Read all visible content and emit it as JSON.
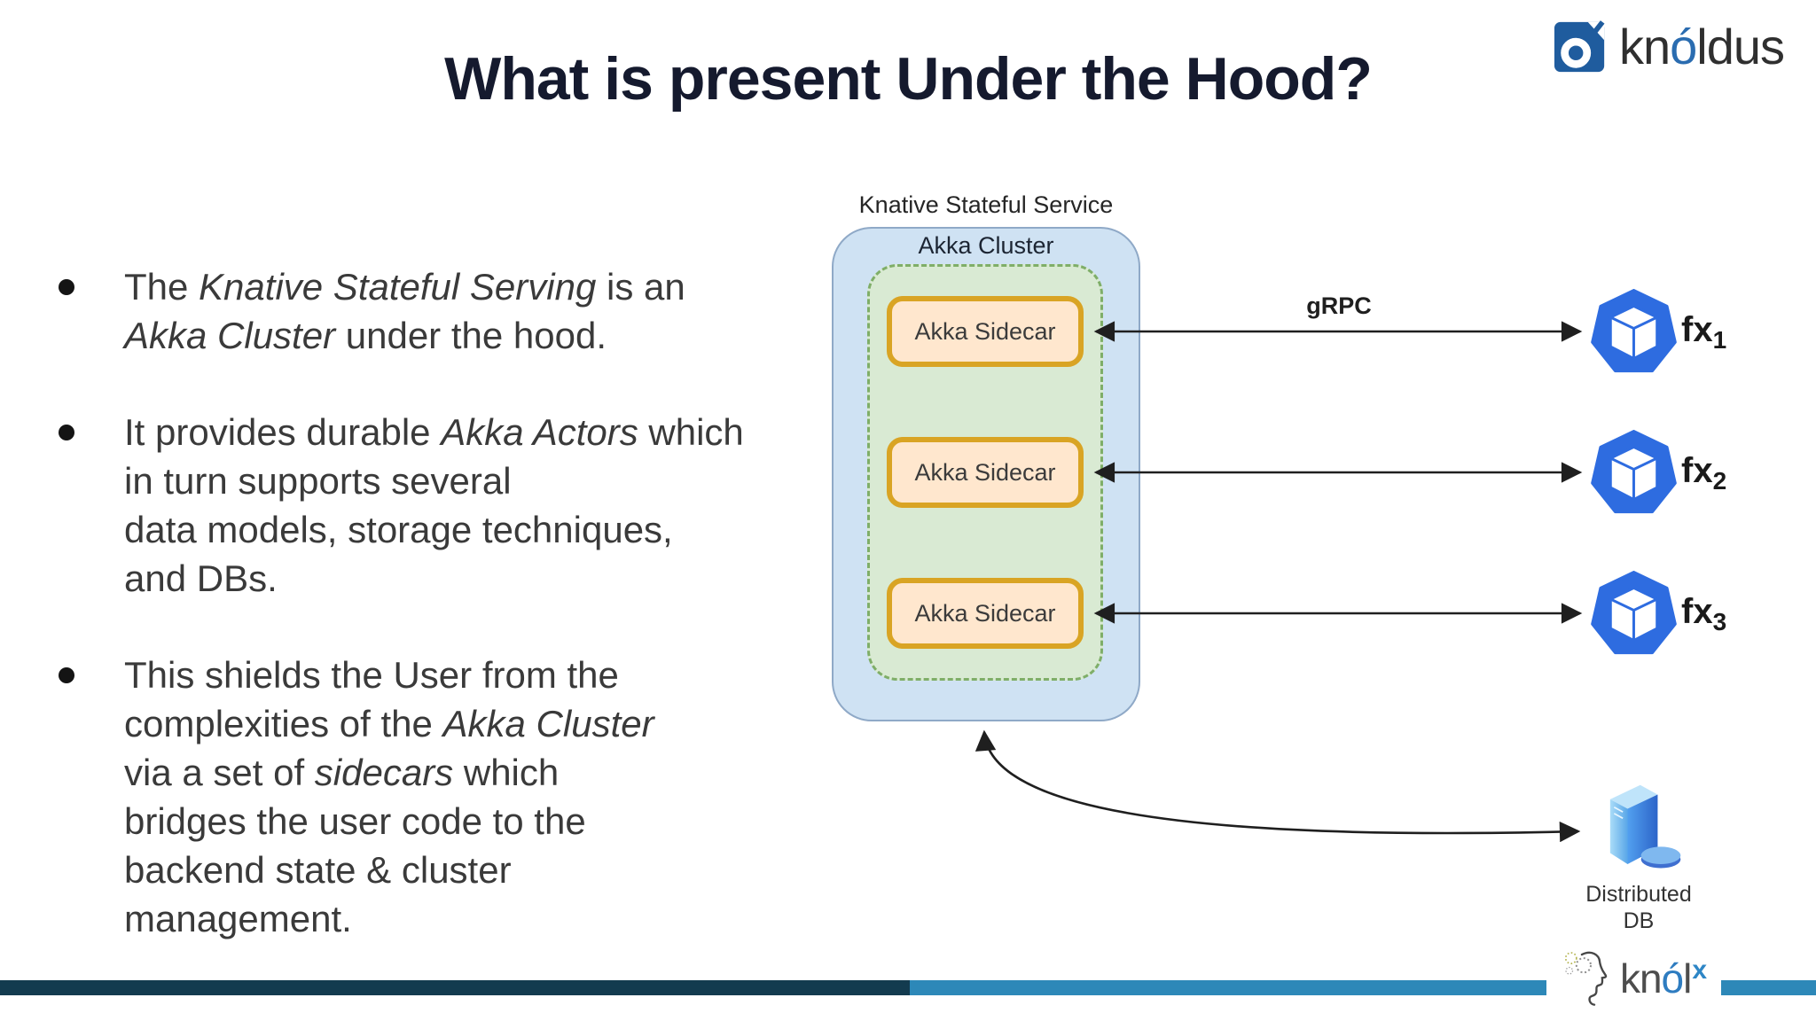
{
  "slide": {
    "title": "What is present Under the Hood?"
  },
  "header_logo": {
    "kn": "kn",
    "o": "ó",
    "ldus": "ldus"
  },
  "bullets": [
    {
      "s0": "The ",
      "s1": "Knative Stateful Serving",
      "s2": " is an\n",
      "s3": "Akka Cluster",
      "s4": " under the hood."
    },
    {
      "s0": "It provides durable ",
      "s1": "Akka Actors",
      "s2": " which in turn supports several\ndata models, storage techniques,\nand DBs."
    },
    {
      "s0": "This shields the User from the\ncomplexities of the ",
      "s1": "Akka Cluster",
      "s2": "\nvia a set of ",
      "s3": "sidecars",
      "s4": " which\nbridges the user code to the\nbackend state & cluster\nmanagement."
    }
  ],
  "diagram": {
    "outer_label": "Knative Stateful Service",
    "cluster_label": "Akka Cluster",
    "sidecars": [
      "Akka Sidecar",
      "Akka Sidecar",
      "Akka Sidecar"
    ],
    "grpc_label": "gRPC",
    "functions": [
      {
        "name": "fx",
        "sub": "1"
      },
      {
        "name": "fx",
        "sub": "2"
      },
      {
        "name": "fx",
        "sub": "3"
      }
    ],
    "db_label": "Distributed\nDB"
  },
  "footer_logo": {
    "kn": "kn",
    "o": "ó",
    "l": "l",
    "sup": "x"
  },
  "colors": {
    "title_text": "#151a2e",
    "body_text": "#3a3a3a",
    "cluster_fill": "#cfe2f3",
    "cluster_border": "#8fa9c7",
    "pool_fill": "#d9ead3",
    "pool_border": "#7fae68",
    "sidecar_fill": "#ffe7ce",
    "sidecar_border": "#d9a424",
    "kubernetes_blue": "#2e6ce0",
    "knoldus_blue": "#1f5c9e",
    "footer_bar_dark": "#133b4f",
    "footer_bar_light": "#2d88b8",
    "arrow": "#1f1f1f"
  }
}
